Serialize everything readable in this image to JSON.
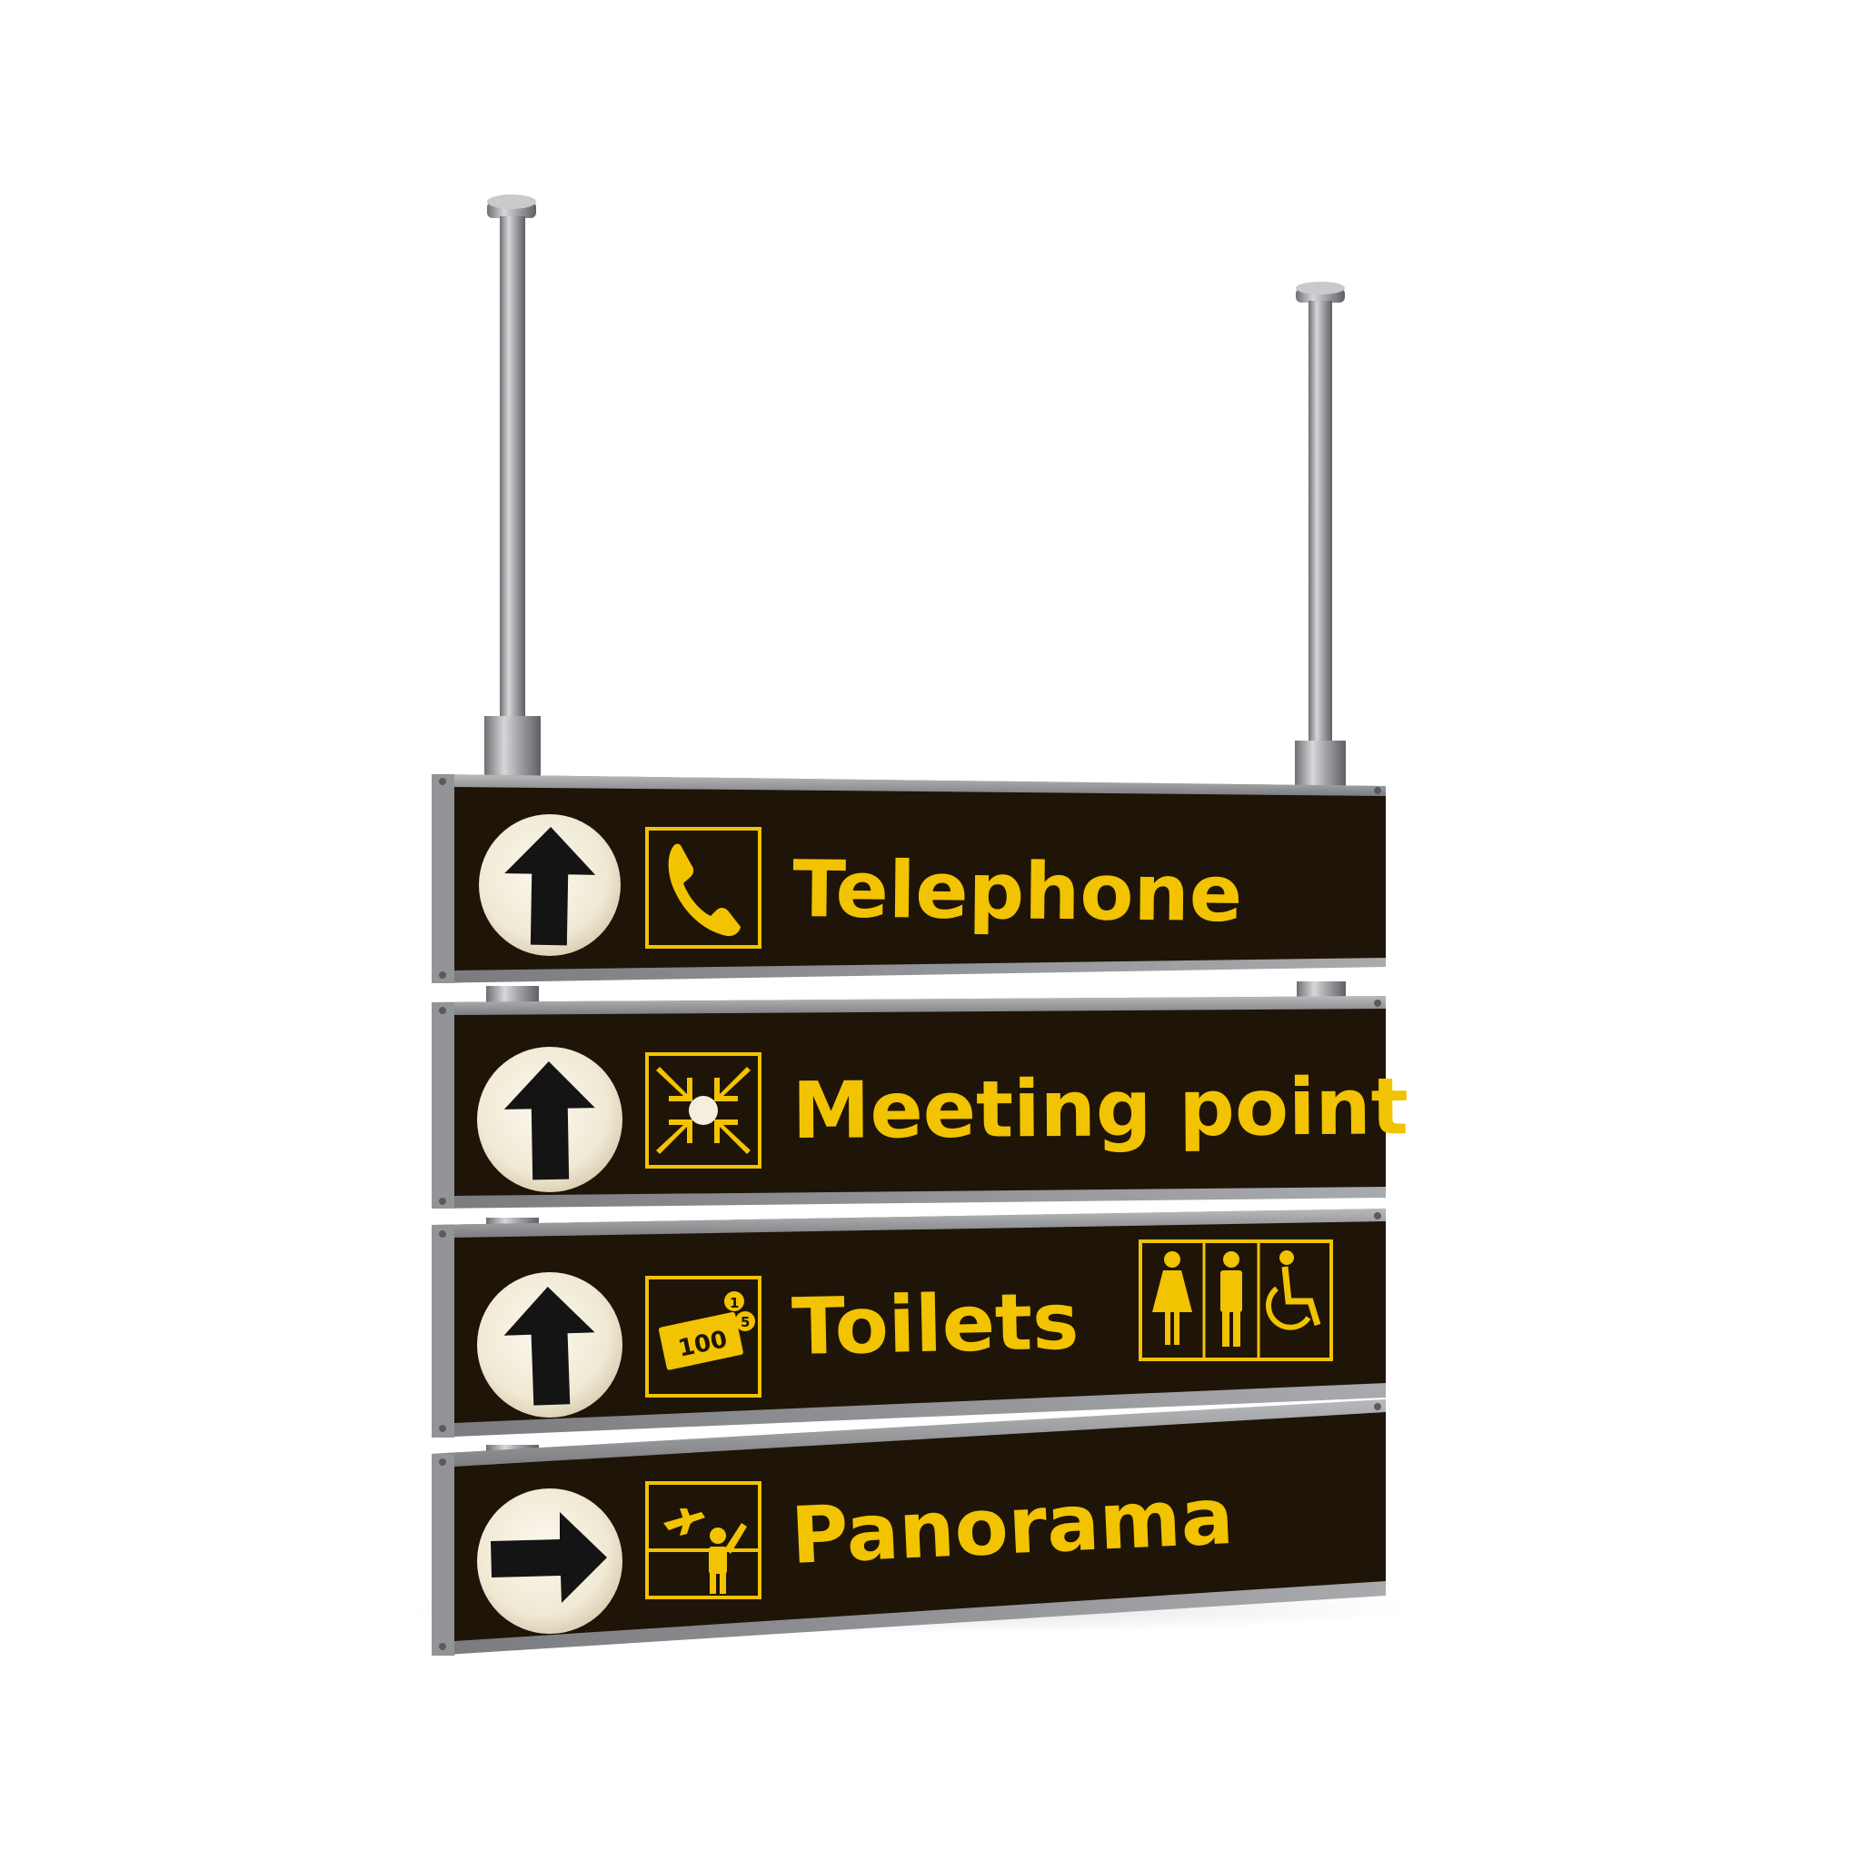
{
  "colors": {
    "background": "#ffffff",
    "panel_face": "#1e1408",
    "sign_yellow": "#f2c300",
    "frame_metal": "#8e8f92",
    "arrow_disc": "#f4eede",
    "arrow": "#141414"
  },
  "signs": [
    {
      "label": "Telephone",
      "arrow_direction": "up",
      "pictogram": "telephone-icon"
    },
    {
      "label": "Meeting point",
      "arrow_direction": "up",
      "pictogram": "meeting-point-icon"
    },
    {
      "label": "Toilets",
      "arrow_direction": "up",
      "pictogram": "money-banknote-icon",
      "extra_pictograms": [
        "woman-icon",
        "man-icon",
        "wheelchair-icon"
      ],
      "banknote_value": "100",
      "coin_values": [
        "1",
        "5"
      ]
    },
    {
      "label": "Panorama",
      "arrow_direction": "right",
      "pictogram": "panorama-viewpoint-icon"
    }
  ]
}
